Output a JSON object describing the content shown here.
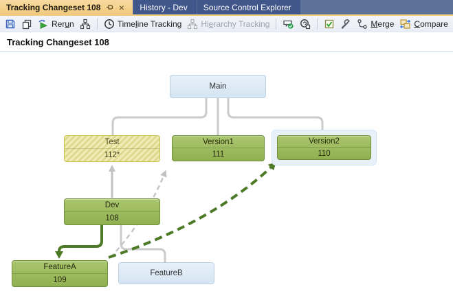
{
  "window_title": "Tracking Changeset 108",
  "tabs": [
    {
      "label": "Tracking Changeset 108",
      "active": true,
      "pinned": false
    },
    {
      "label": "History - Dev",
      "active": false
    },
    {
      "label": "Source Control Explorer",
      "active": false
    }
  ],
  "tab_glyphs": {
    "close": "×"
  },
  "toolbar": {
    "rerun": {
      "pre": "Rer",
      "key": "u",
      "post": "n"
    },
    "timeline": {
      "pre": "Time",
      "key": "l",
      "post": "ine Tracking",
      "state": "active"
    },
    "hierarchy": {
      "pre": "Hi",
      "key": "e",
      "post": "rarchy Tracking",
      "state": "disabled"
    },
    "merge": {
      "pre": "",
      "key": "M",
      "post": "erge"
    },
    "compare": {
      "pre": "",
      "key": "C",
      "post": "ompare"
    }
  },
  "icons": {
    "save-icon": "blue floppy disk outline",
    "copy-icon": "two overlapping rectangles",
    "rerun-icon": "green play triangle with blue refresh arrow",
    "branch-hierarchy-icon": "org-chart of three squares",
    "clock-icon": "clock face",
    "hierarchy-tracking-icon": "org-chart of three squares (gray)",
    "show-branches-icon": "callout rectangle with green check badge",
    "changeset-icon": "dark circle with small square",
    "checked-box-icon": "checkbox with green check",
    "wrench-icon": "wrench",
    "merge-icon": "two nodes joined by branch line",
    "compare-icon": "two tan pages with blue arrows",
    "pin-icon": "document pin",
    "close-icon": "×"
  },
  "header": {
    "title": "Tracking Changeset 108"
  },
  "diagram": {
    "selected_node": "Version2",
    "nodes": [
      {
        "name": "Main",
        "changeset": "",
        "status": "no-changes"
      },
      {
        "name": "Test",
        "changeset": "112*",
        "status": "pending-merge"
      },
      {
        "name": "Version1",
        "changeset": "111",
        "status": "merged"
      },
      {
        "name": "Version2",
        "changeset": "110",
        "status": "merged",
        "selected": true
      },
      {
        "name": "Dev",
        "changeset": "108",
        "status": "source"
      },
      {
        "name": "FeatureA",
        "changeset": "109",
        "status": "merged"
      },
      {
        "name": "FeatureB",
        "changeset": "",
        "status": "no-changes"
      }
    ],
    "edges": [
      {
        "from": "Main",
        "to": "Test",
        "style": "hierarchy-line-gray"
      },
      {
        "from": "Main",
        "to": "Version1",
        "style": "hierarchy-line-gray"
      },
      {
        "from": "Main",
        "to": "Version2",
        "style": "hierarchy-line-gray"
      },
      {
        "from": "Dev",
        "to": "Test",
        "style": "merge-arrow-gray-solid"
      },
      {
        "from": "Dev",
        "to": "FeatureB",
        "style": "hierarchy-line-gray"
      },
      {
        "from": "FeatureA",
        "to": "Version1",
        "style": "merge-arrow-gray-dashed"
      },
      {
        "from": "Dev",
        "to": "FeatureA",
        "style": "merge-arrow-green-solid"
      },
      {
        "from": "FeatureA",
        "to": "Version2",
        "style": "merge-arrow-green-dashed"
      }
    ],
    "colors": {
      "merged_fill": "#9cbb5f",
      "merged_border": "#6f8f3b",
      "pending_fill": "#e9e4a5",
      "pending_border": "#c8bf4e",
      "plain_fill": "#dce8f4",
      "plain_border": "#bccfe1",
      "merge_green": "#4c7a26",
      "hierarchy_gray": "#cbcbcb",
      "selection_halo": "#e8f1fa",
      "active_tab": "#f1ca7e",
      "inactive_tab": "#41568b"
    }
  }
}
